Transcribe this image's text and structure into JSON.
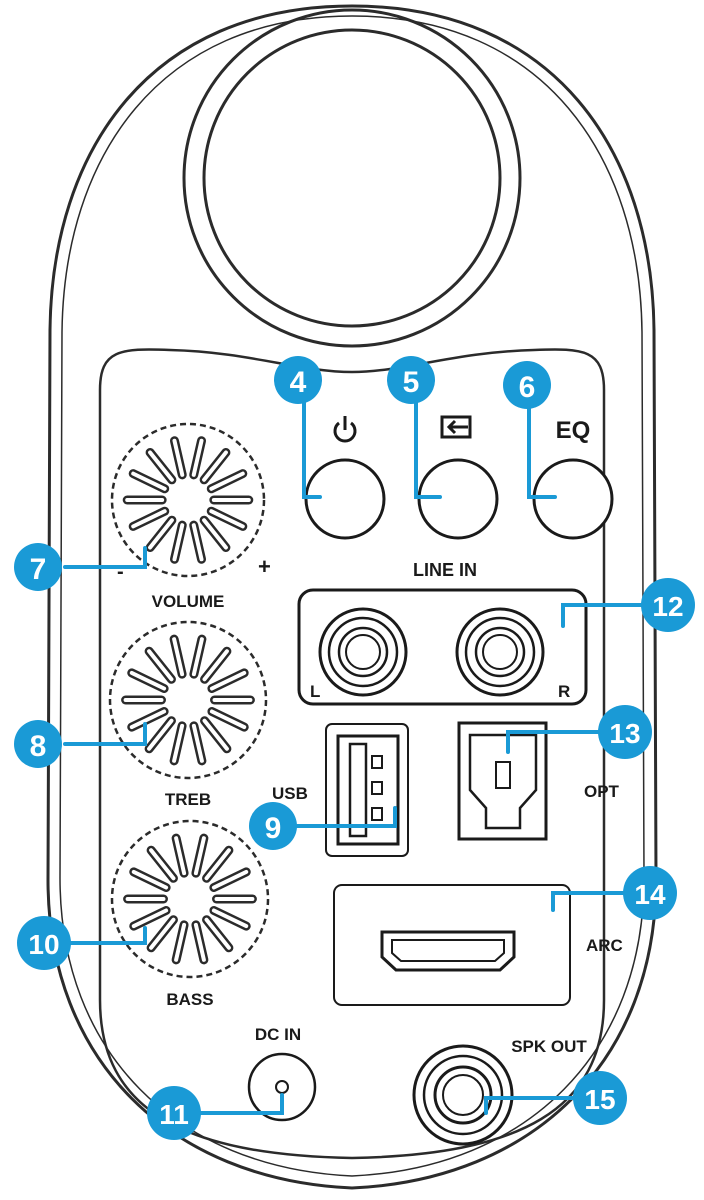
{
  "colors": {
    "callout": "#1a9ad6",
    "outline": "#2b2b2b",
    "background": "#ffffff"
  },
  "buttons": [
    {
      "id": "4",
      "icon": "power-icon",
      "symbol": "⏻"
    },
    {
      "id": "5",
      "icon": "input-source-icon",
      "symbol": ""
    },
    {
      "id": "6",
      "icon": "eq-text",
      "symbol": "EQ"
    }
  ],
  "knobs": {
    "volume": {
      "label": "VOLUME",
      "minus": "-",
      "plus": "+",
      "callout": "7"
    },
    "treble": {
      "label": "TREB",
      "callout": "8"
    },
    "bass": {
      "label": "BASS",
      "callout": "10"
    }
  },
  "ports": {
    "line_in": {
      "label": "LINE IN",
      "left": "L",
      "right": "R",
      "callout": "12"
    },
    "usb": {
      "label": "USB",
      "callout": "9"
    },
    "optical": {
      "label": "OPT",
      "callout": "13"
    },
    "hdmi": {
      "label": "ARC",
      "callout": "14"
    },
    "dc_in": {
      "label": "DC IN",
      "callout": "11"
    },
    "spk_out": {
      "label": "SPK OUT",
      "callout": "15"
    }
  }
}
